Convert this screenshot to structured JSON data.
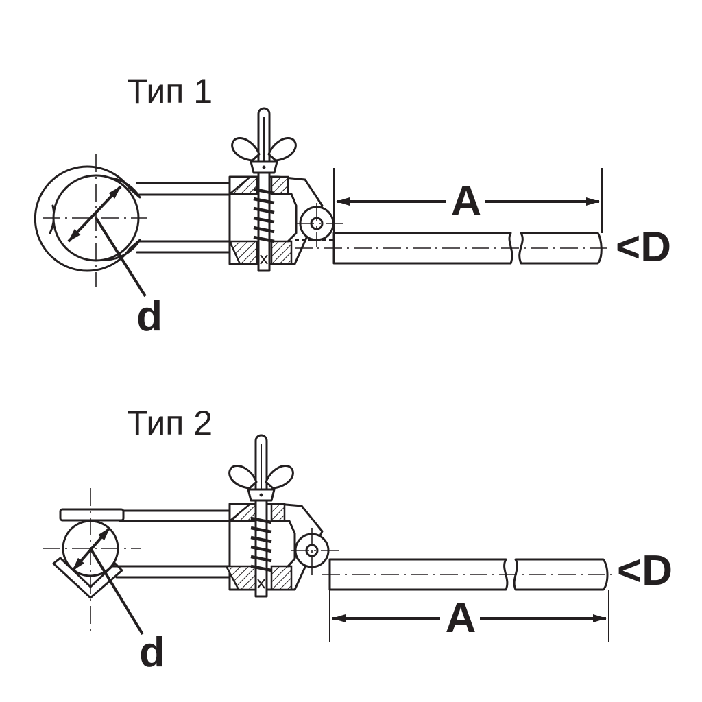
{
  "figure": {
    "type1": {
      "title": "Тип 1",
      "label_a": "A",
      "label_d_small": "d",
      "label_d_big": "<D"
    },
    "type2": {
      "title": "Тип 2",
      "label_a": "A",
      "label_d_small": "d",
      "label_d_big": "<D"
    }
  },
  "colors": {
    "ink": "#231f20",
    "background": "#ffffff"
  }
}
